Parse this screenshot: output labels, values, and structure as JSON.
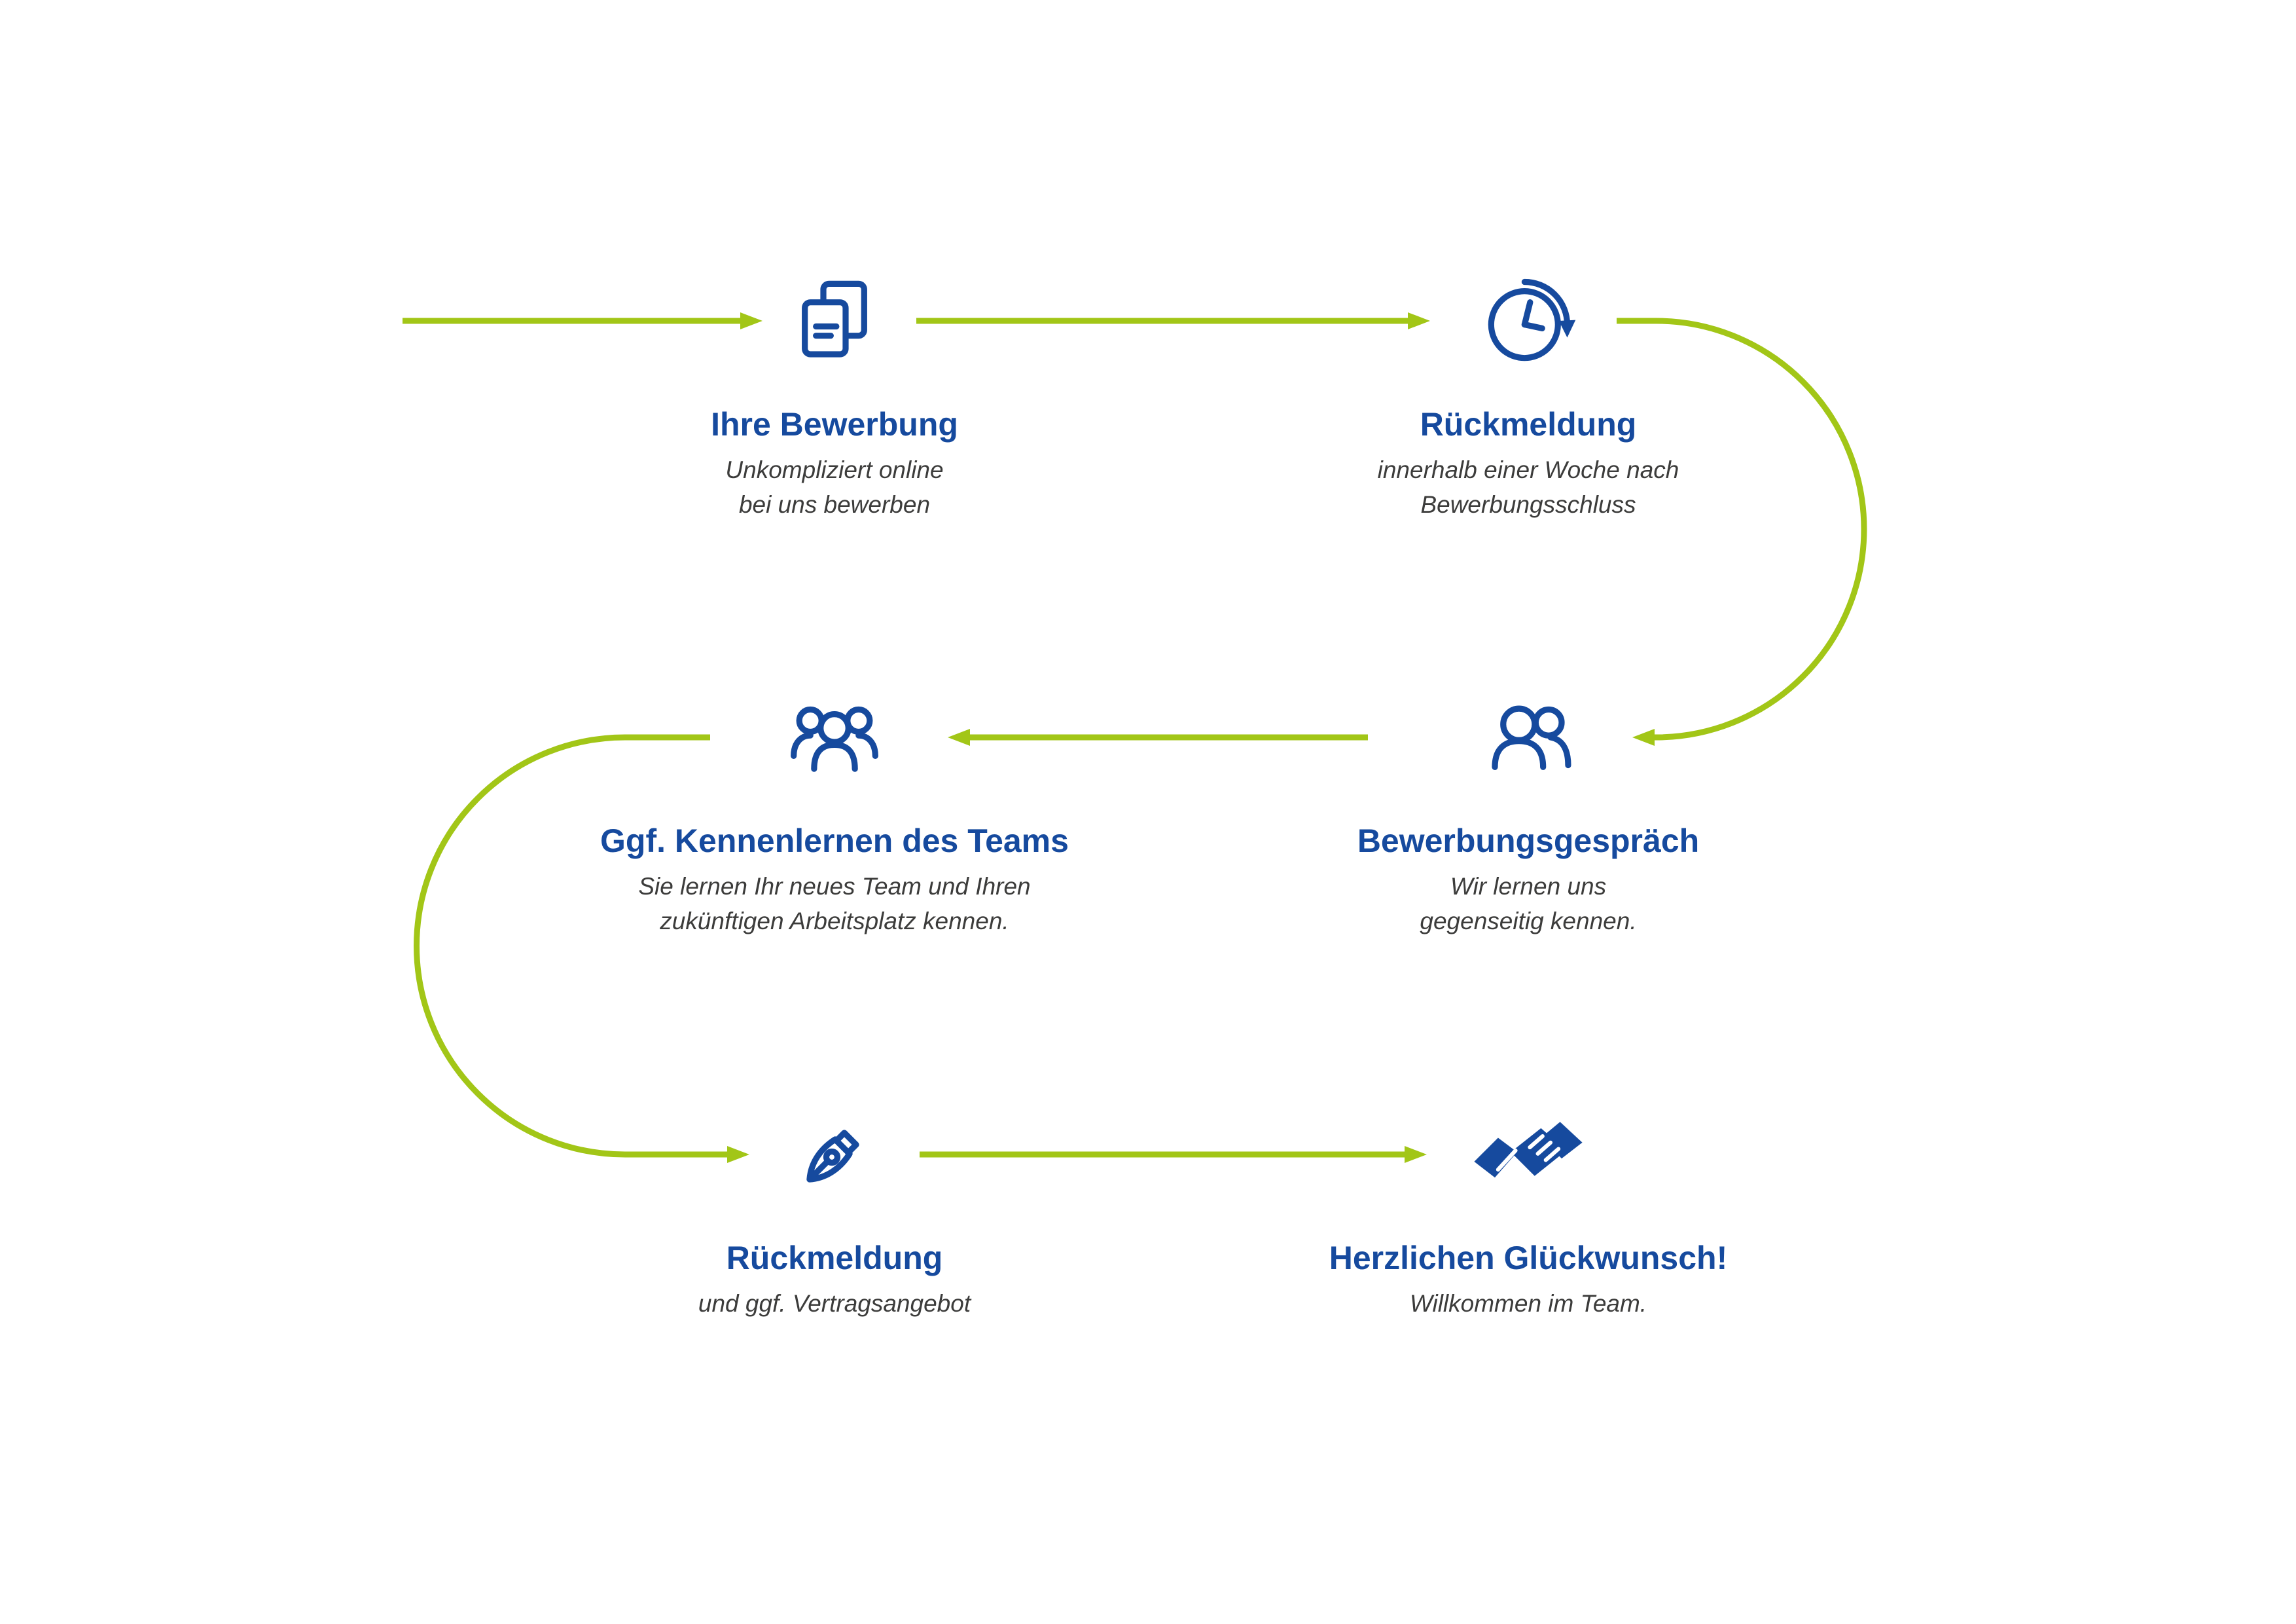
{
  "colors": {
    "green": "#a2c617",
    "blue": "#164a9e",
    "text": "#3c3c3b"
  },
  "diagram": {
    "type": "process-flow",
    "direction": "serpentine",
    "connector_style": "green arrows, serpentine left-to-right, right-to-left, left-to-right"
  },
  "steps": [
    {
      "id": "application",
      "icon": "documents-icon",
      "title": "Ihre Bewerbung",
      "subtitle": "Unkompliziert online\nbei uns bewerben"
    },
    {
      "id": "feedback-1",
      "icon": "clock-history-icon",
      "title": "Rückmeldung",
      "subtitle": "innerhalb einer Woche nach\nBewerbungsschluss"
    },
    {
      "id": "interview",
      "icon": "two-people-icon",
      "title": "Bewerbungsgespräch",
      "subtitle": "Wir lernen uns\ngegenseitig kennen."
    },
    {
      "id": "meet-team",
      "icon": "team-icon",
      "title": "Ggf. Kennenlernen des Teams",
      "subtitle": "Sie lernen Ihr neues Team und Ihren\nzukünftigen Arbeitsplatz kennen."
    },
    {
      "id": "feedback-2",
      "icon": "pen-nib-icon",
      "title": "Rückmeldung",
      "subtitle": "und ggf. Vertragsangebot"
    },
    {
      "id": "congratulations",
      "icon": "handshake-icon",
      "title": "Herzlichen Glückwunsch!",
      "subtitle": "Willkommen im Team."
    }
  ]
}
